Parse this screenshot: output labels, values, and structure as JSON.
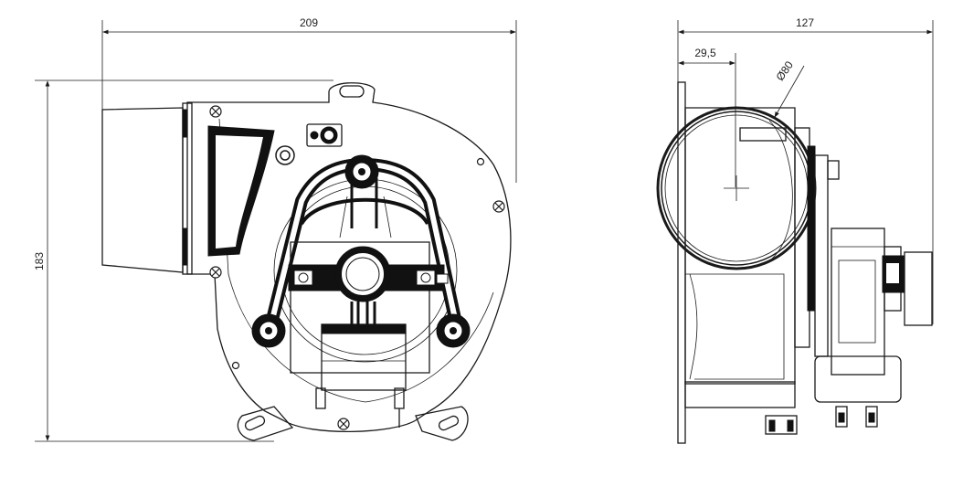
{
  "dimensions": {
    "front_width": "209",
    "front_height": "183",
    "side_width": "127",
    "side_offset": "29,5",
    "side_diameter": "Ø80"
  }
}
